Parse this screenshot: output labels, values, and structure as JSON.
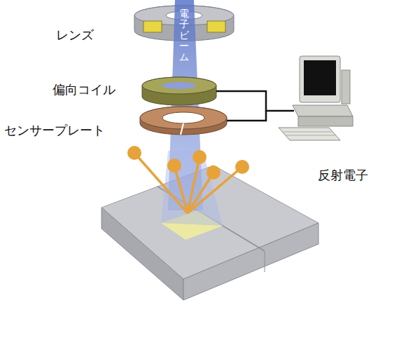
{
  "diagram": {
    "labels": [
      "レンズ",
      "電子ビーム",
      "偏向コイル",
      "センサープレート",
      "反射電子"
    ]
  }
}
